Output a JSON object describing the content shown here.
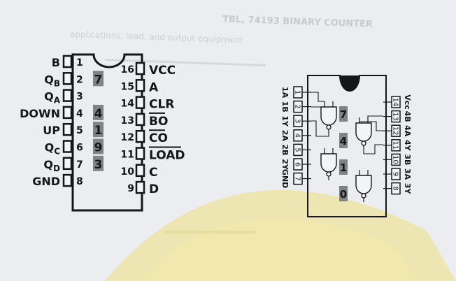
{
  "colors": {
    "paper": "#ecedf1",
    "ink": "#15161c",
    "digit_box": "#7f8287",
    "watermark_yellow": "#efe07e",
    "pin_fill": "#f3f4f7"
  },
  "chip_left": {
    "left_pins": [
      {
        "num": "1",
        "label": "B",
        "sub": "",
        "overline": false,
        "digit": ""
      },
      {
        "num": "2",
        "label": "Q",
        "sub": "B",
        "overline": false,
        "digit": "7"
      },
      {
        "num": "3",
        "label": "Q",
        "sub": "A",
        "overline": false,
        "digit": ""
      },
      {
        "num": "4",
        "label": "DOWN",
        "sub": "",
        "overline": false,
        "digit": "4"
      },
      {
        "num": "5",
        "label": "UP",
        "sub": "",
        "overline": false,
        "digit": "1"
      },
      {
        "num": "6",
        "label": "Q",
        "sub": "C",
        "overline": false,
        "digit": "9"
      },
      {
        "num": "7",
        "label": "Q",
        "sub": "D",
        "overline": false,
        "digit": "3"
      },
      {
        "num": "8",
        "label": "GND",
        "sub": "",
        "overline": false,
        "digit": ""
      }
    ],
    "right_pins": [
      {
        "num": "16",
        "label": "VCC",
        "overline": false
      },
      {
        "num": "15",
        "label": "A",
        "overline": false
      },
      {
        "num": "14",
        "label": "CLR",
        "overline": false
      },
      {
        "num": "13",
        "label": "BO",
        "overline": true
      },
      {
        "num": "12",
        "label": "CO",
        "overline": true
      },
      {
        "num": "11",
        "label": "LOAD",
        "overline": true
      },
      {
        "num": "10",
        "label": "C",
        "overline": false
      },
      {
        "num": "9",
        "label": "D",
        "overline": false
      }
    ]
  },
  "chip_right": {
    "left_pins": [
      {
        "num": "1",
        "label": "1A"
      },
      {
        "num": "2",
        "label": "1B"
      },
      {
        "num": "3",
        "label": "1Y"
      },
      {
        "num": "4",
        "label": "2A"
      },
      {
        "num": "5",
        "label": "2B"
      },
      {
        "num": "6",
        "label": "2Y"
      },
      {
        "num": "7",
        "label": "GND"
      }
    ],
    "right_pins": [
      {
        "num": "14",
        "label": "Vcc"
      },
      {
        "num": "13",
        "label": "4B"
      },
      {
        "num": "12",
        "label": "4A"
      },
      {
        "num": "11",
        "label": "4Y"
      },
      {
        "num": "10",
        "label": "3B"
      },
      {
        "num": "9",
        "label": "3A"
      },
      {
        "num": "8",
        "label": "3Y"
      }
    ],
    "digits": [
      "7",
      "4",
      "1",
      "0"
    ]
  },
  "background_text": {
    "heading": "TBL, 74193 BINARY COUNTER",
    "subheading": "applications, lead, and output equipment"
  }
}
